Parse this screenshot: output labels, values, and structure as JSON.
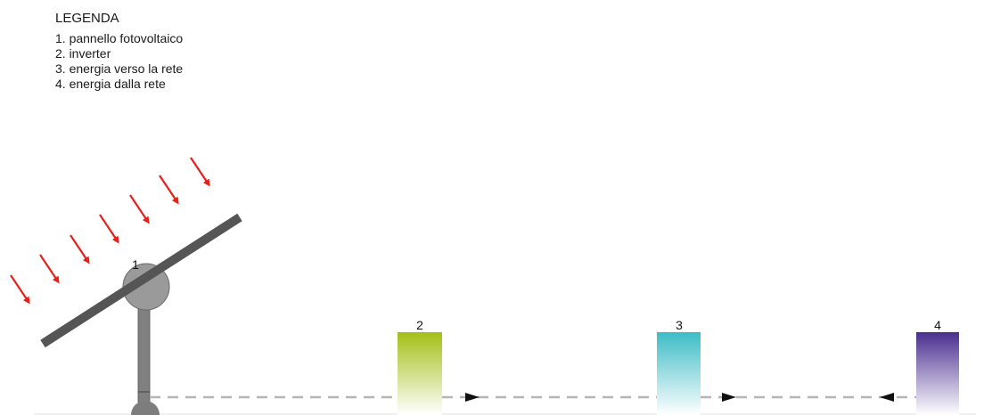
{
  "legend": {
    "title": "LEGENDA",
    "items": [
      "1. pannello fotovoltaico",
      "2. inverter",
      "3. energia verso la rete",
      "4. energia dalla rete"
    ]
  },
  "labels": {
    "panel": "1",
    "inverter": "2",
    "to_grid": "3",
    "from_grid": "4"
  },
  "colors": {
    "sun_arrows": "#e8201a",
    "panel": "#555555",
    "pole": "#808080",
    "inverter": "#a4bf16",
    "to_grid": "#3dbcc6",
    "from_grid": "#4a2e8f",
    "dashed_line": "#b5b5b5"
  }
}
